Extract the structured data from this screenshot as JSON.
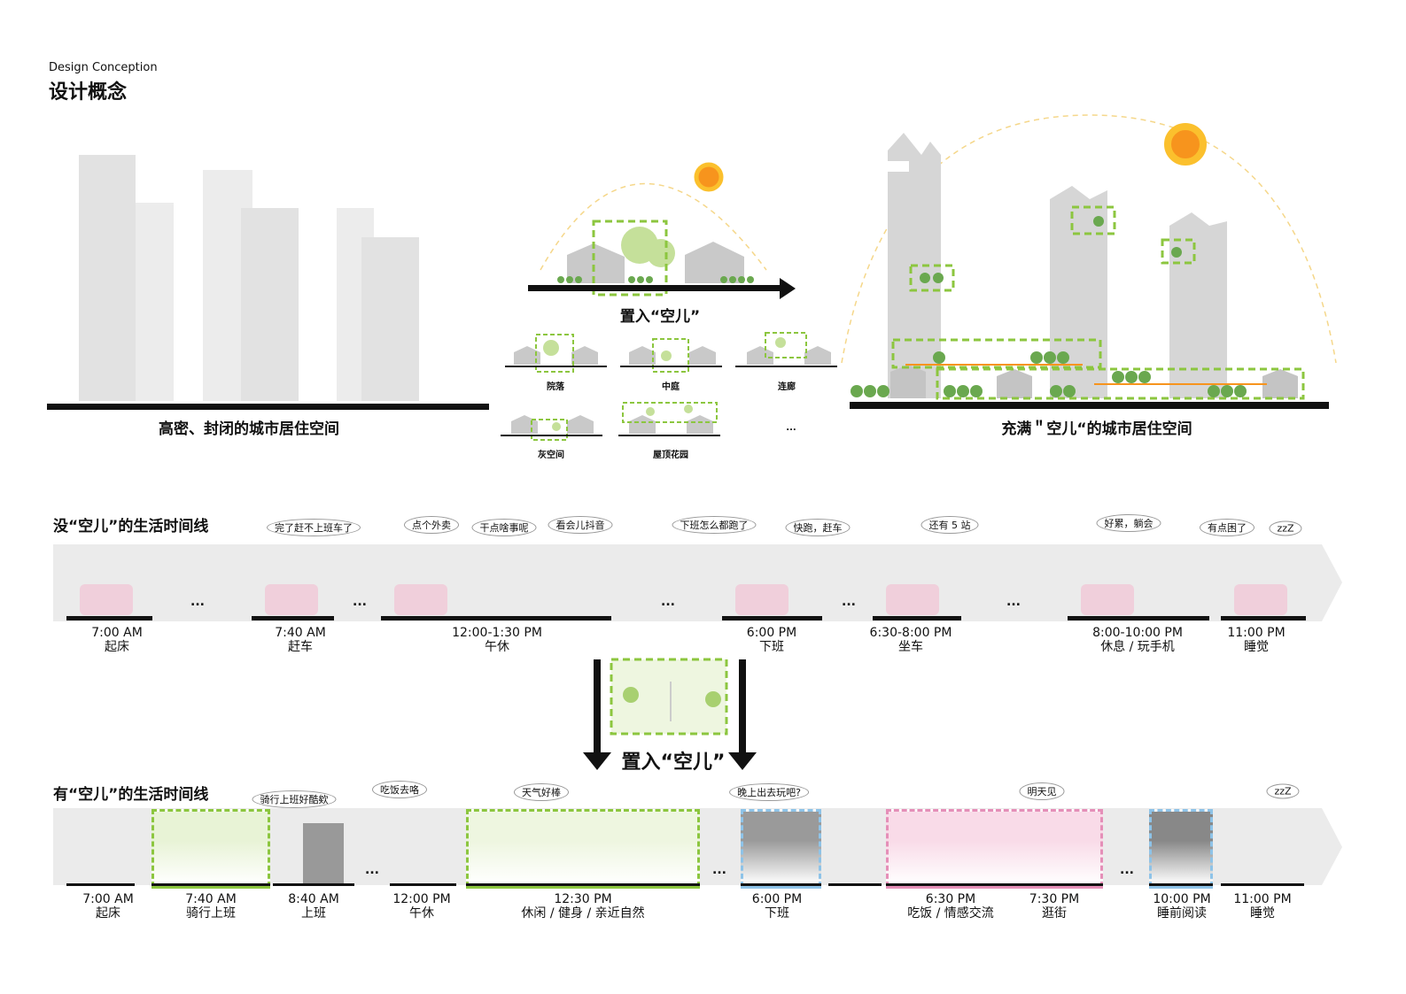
{
  "header": {
    "subtitle": "Design Conception",
    "title": "设计概念"
  },
  "concept": {
    "left_caption": "高密、封闭的城市居住空间",
    "middle_caption": "置入“空儿”",
    "right_caption": "充满＂空儿“的城市居住空间",
    "types": [
      "院落",
      "中庭",
      "连廊",
      "灰空间",
      "屋顶花园",
      "..."
    ]
  },
  "timeline_without": {
    "title": "没“空儿”的生活时间线",
    "items": [
      {
        "time": "7:00 AM",
        "activity": "起床"
      },
      {
        "time": "7:40 AM",
        "activity": "赶车"
      },
      {
        "time": "12:00-1:30 PM",
        "activity": "午休"
      },
      {
        "time": "6:00 PM",
        "activity": "下班"
      },
      {
        "time": "6:30-8:00 PM",
        "activity": "坐车"
      },
      {
        "time": "8:00-10:00 PM",
        "activity": "休息 / 玩手机"
      },
      {
        "time": "11:00 PM",
        "activity": "睡觉"
      }
    ],
    "bubbles": [
      "完了赶不上班车了",
      "点个外卖",
      "干点啥事呢",
      "看会儿抖音",
      "下班怎么都跑了",
      "快跑，赶车",
      "还有 5 站",
      "好累，躺会",
      "有点困了",
      "zzZ"
    ],
    "ellipsis": "..."
  },
  "insert_label": "置入“空儿”",
  "timeline_with": {
    "title": "有“空儿”的生活时间线",
    "items": [
      {
        "time": "7:00 AM",
        "activity": "起床"
      },
      {
        "time": "7:40 AM",
        "activity": "骑行上班"
      },
      {
        "time": "8:40 AM",
        "activity": "上班"
      },
      {
        "time": "12:00 PM",
        "activity": "午休"
      },
      {
        "time": "12:30 PM",
        "activity": "休闲 / 健身 / 亲近自然"
      },
      {
        "time": "6:00 PM",
        "activity": "下班"
      },
      {
        "time": "6:30 PM",
        "activity": "吃饭 / 情感交流"
      },
      {
        "time": "7:30 PM",
        "activity": "逛街"
      },
      {
        "time": "10:00 PM",
        "activity": "睡前阅读"
      },
      {
        "time": "11:00 PM",
        "activity": "睡觉"
      }
    ],
    "bubbles": [
      "骑行上班好酷欸",
      "吃饭去咯",
      "天气好棒",
      "晚上出去玩吧?",
      "明天见",
      "zzZ"
    ],
    "ellipsis": "..."
  },
  "colors": {
    "green": "#8cc63f",
    "blue": "#8ec3e8",
    "pink": "#e58fb8",
    "sun": "#f7941d",
    "building": "#d4d4d4"
  }
}
